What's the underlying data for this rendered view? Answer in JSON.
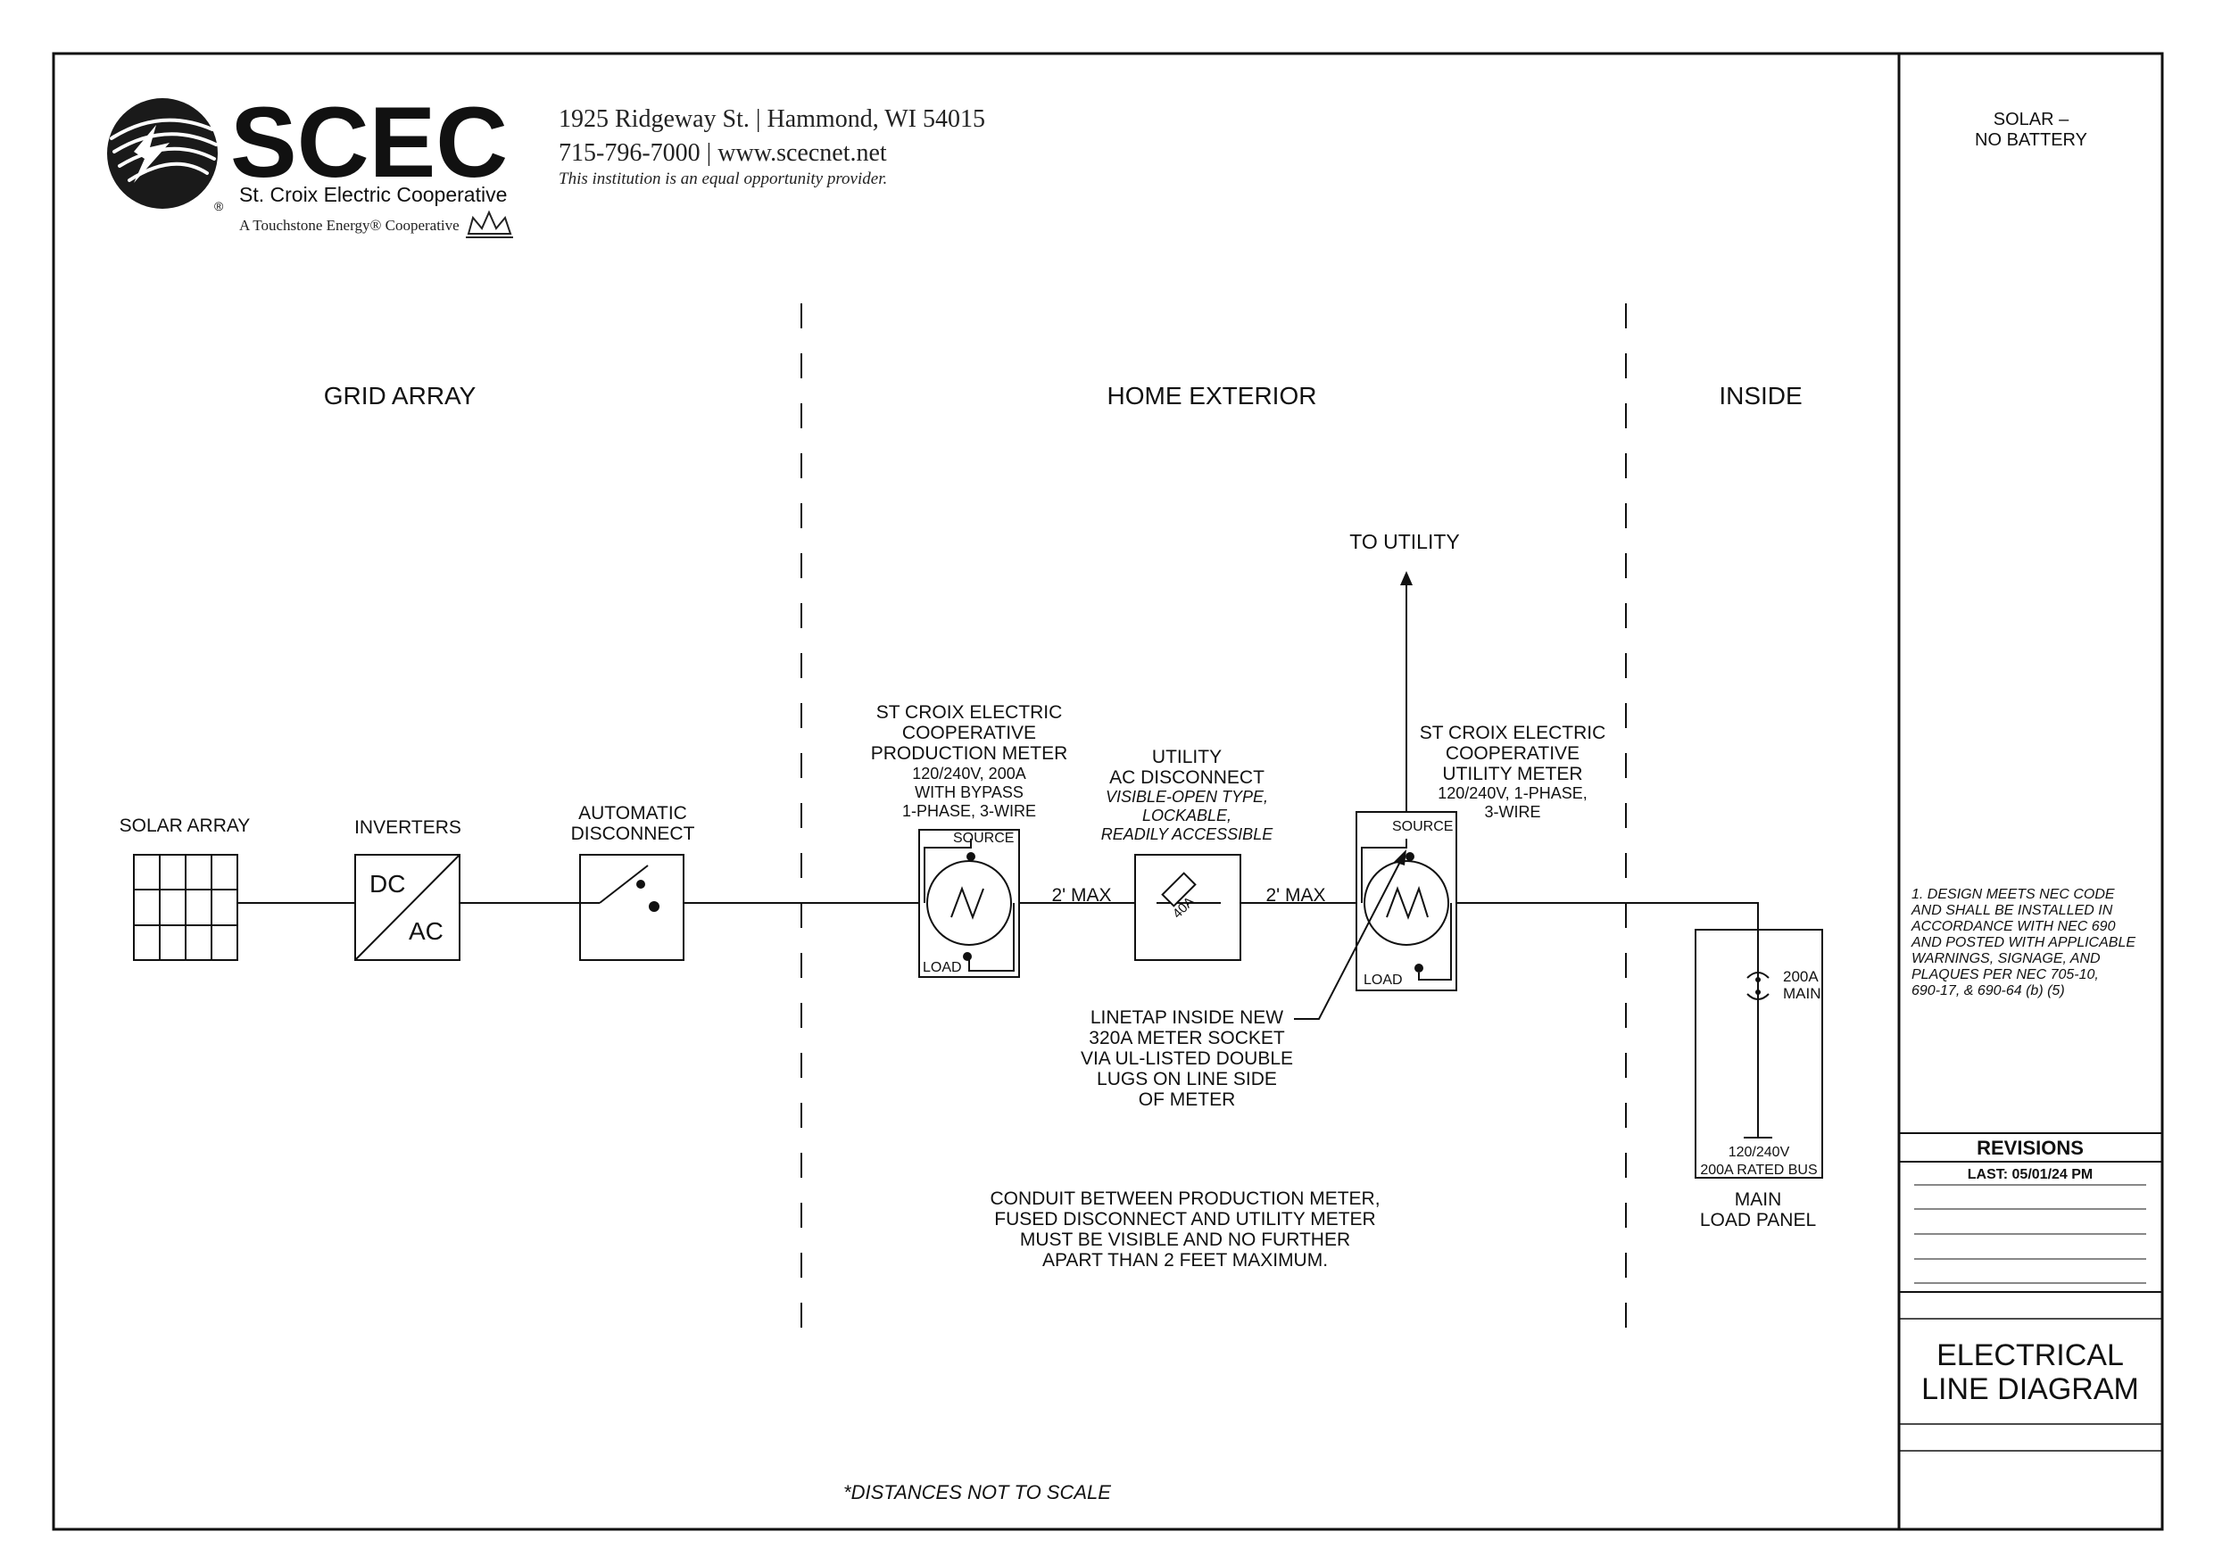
{
  "logo": {
    "letters": "SCEC",
    "name": "St. Croix Electric Cooperative",
    "tagline": "A Touchstone Energy® Cooperative",
    "registered": "®"
  },
  "contact": {
    "address": "1925 Ridgeway St. | Hammond, WI 54015",
    "phone_web": "715-796-7000 | www.scecnet.net",
    "notice": "This institution is an equal opportunity provider."
  },
  "sections": {
    "grid_array": "GRID ARRAY",
    "home_exterior": "HOME EXTERIOR",
    "inside": "INSIDE"
  },
  "components": {
    "solar_array": "SOLAR ARRAY",
    "inverters": "INVERTERS",
    "inverter_dc": "DC",
    "inverter_ac": "AC",
    "auto_disconnect": [
      "AUTOMATIC",
      "DISCONNECT"
    ],
    "production_meter": [
      "ST CROIX ELECTRIC",
      "COOPERATIVE",
      "PRODUCTION METER"
    ],
    "production_meter_specs": [
      "120/240V, 200A",
      "WITH BYPASS",
      "1-PHASE, 3-WIRE"
    ],
    "utility_disconnect": [
      "UTILITY",
      "AC DISCONNECT"
    ],
    "utility_disconnect_specs": [
      "VISIBLE-OPEN TYPE,",
      "LOCKABLE,",
      "READILY ACCESSIBLE"
    ],
    "fuse_rating": "40A",
    "utility_meter": [
      "ST CROIX ELECTRIC",
      "COOPERATIVE",
      "UTILITY METER"
    ],
    "utility_meter_specs": [
      "120/240V, 1-PHASE,",
      "3-WIRE"
    ],
    "source": "SOURCE",
    "load": "LOAD",
    "max_1": "2' MAX",
    "max_2": "2' MAX",
    "to_utility": "TO UTILITY",
    "linetap": [
      "LINETAP INSIDE NEW",
      "320A METER SOCKET",
      "VIA UL-LISTED DOUBLE",
      "LUGS ON LINE SIDE",
      "OF METER"
    ],
    "panel_breaker": [
      "200A",
      "MAIN"
    ],
    "panel_bus": [
      "120/240V",
      "200A RATED BUS"
    ],
    "panel_label": [
      "MAIN",
      "LOAD PANEL"
    ]
  },
  "conduit_note": [
    "CONDUIT BETWEEN PRODUCTION METER,",
    "FUSED DISCONNECT AND UTILITY METER",
    "MUST BE VISIBLE AND NO FURTHER",
    "APART THAN 2 FEET MAXIMUM."
  ],
  "distances_note": "*DISTANCES NOT TO SCALE",
  "title_block": {
    "system_type": [
      "SOLAR –",
      "NO BATTERY"
    ],
    "note": [
      "1. DESIGN MEETS NEC CODE",
      "AND SHALL BE INSTALLED IN",
      "ACCORDANCE WITH NEC 690",
      "AND POSTED WITH APPLICABLE",
      "WARNINGS, SIGNAGE, AND",
      "PLAQUES PER NEC 705-10,",
      "690-17, & 690-64 (b) (5)"
    ],
    "revisions_heading": "REVISIONS",
    "last_revision": "LAST: 05/01/24 PM",
    "drawing_title": [
      "ELECTRICAL",
      "LINE DIAGRAM"
    ]
  }
}
